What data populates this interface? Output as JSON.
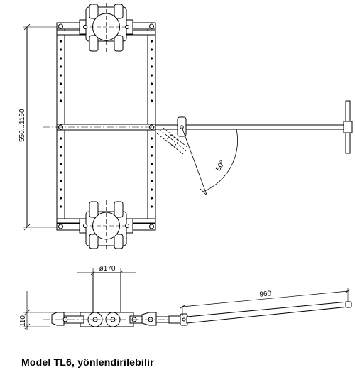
{
  "drawing": {
    "dimension_frame_height": "550...1150",
    "steering_angle": "50°",
    "wheel_diameter": "ø170",
    "handle_length": "960",
    "base_height": "110"
  },
  "caption": {
    "text": "Model TL6, yönlendirilebilir"
  },
  "colors": {
    "line": "#000000",
    "fill_light": "#f2f2f2",
    "background": "#ffffff"
  }
}
